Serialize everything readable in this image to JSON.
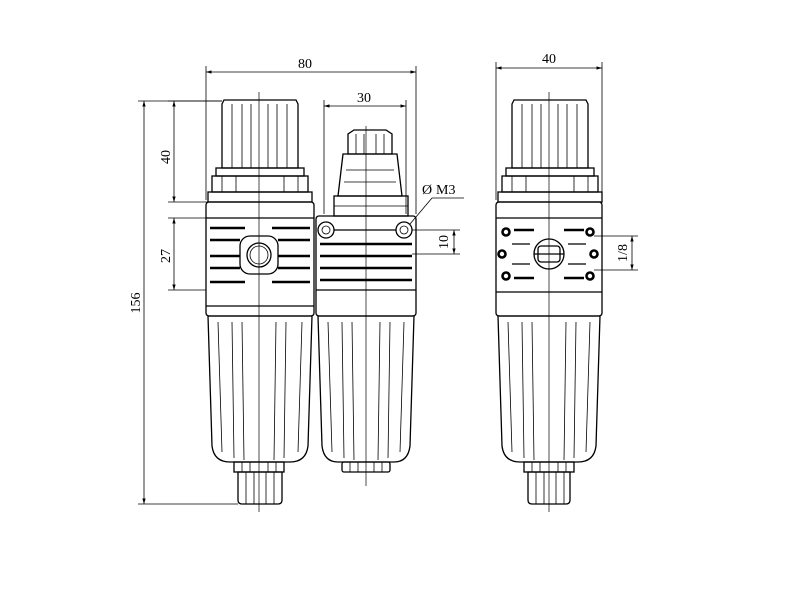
{
  "dimensions": {
    "overall_width": "80",
    "lubricator_width": "30",
    "side_width": "40",
    "knob_height": "40",
    "body_height": "27",
    "total_height": "156",
    "port_offset": "10",
    "port_size": "1/8",
    "mount_hole": "M3"
  },
  "symbols": {
    "diameter": "Ø"
  }
}
